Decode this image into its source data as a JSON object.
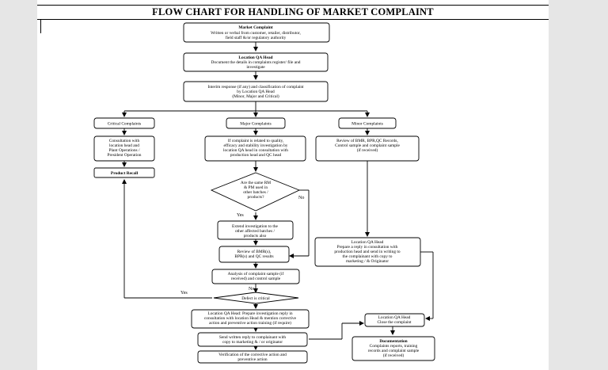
{
  "document": {
    "title": "FLOW CHART FOR HANDLING OF MARKET COMPLAINT"
  },
  "boxes": {
    "market_complaint": {
      "heading": "Market Complaint",
      "lines": [
        "Written or verbal from customer, retailer, distributor,",
        "field staff &/or regulatory authority"
      ]
    },
    "location_qa_head": {
      "heading": "Location QA Head",
      "lines": [
        "Document the details in complaints register/ file and",
        "investigate"
      ]
    },
    "interim_response": {
      "lines": [
        "Interim response (if any) and classification of complaint",
        "by Location QA Head",
        "(Minor, Major and Critical)"
      ]
    },
    "critical": {
      "lines": [
        "Critical Complaints"
      ]
    },
    "major": {
      "lines": [
        "Major Complaints"
      ]
    },
    "minor": {
      "lines": [
        "Minor Complaints"
      ]
    },
    "consultation": {
      "lines": [
        "Consultation with",
        "location head and",
        "Plant Operations /",
        "President Operation"
      ]
    },
    "major_detail": {
      "lines": [
        "If complaint is related to quality,",
        "efficacy and stability investigation by",
        "location QA head in consultation with",
        "production head and QC head"
      ]
    },
    "minor_detail": {
      "lines": [
        "Review of BMR, BPR,QC Records,",
        "Control sample and complaint sample",
        "(if received)"
      ]
    },
    "product_recall": {
      "heading": "Product Recall"
    },
    "same_rm": {
      "lines": [
        "Are the same RM",
        "& PM used in",
        "other batches /",
        "products?"
      ]
    },
    "extend": {
      "lines": [
        "Extend investigation to the",
        "other affected batches /",
        "products also"
      ]
    },
    "qa_reply": {
      "lines": [
        "Location QA Head",
        "Prepare a reply in consultation with",
        "production head and send in writing to",
        "the complainant with copy to",
        "marketing / & Originator"
      ]
    },
    "review_bmr": {
      "lines": [
        "Review of BMR(s),",
        "BPR(s) and QC results"
      ]
    },
    "analysis": {
      "lines": [
        "Analysis of complaint sample (if",
        "received) and control sample"
      ]
    },
    "defect": {
      "lines": [
        "Defect is critical"
      ]
    },
    "qa_prepare": {
      "lines": [
        "Location QA Head: Prepare investigation reply in",
        "consultation with location Head & mention corrective",
        "action and preventive action training (if require)"
      ]
    },
    "qa_close": {
      "lines": [
        "Location QA Head",
        "Close the complaint"
      ]
    },
    "send_reply": {
      "lines": [
        "Send written reply to complainant with",
        "copy to marketing & / or originator"
      ]
    },
    "documentation": {
      "heading": "Documentation",
      "lines": [
        "Complaints reports, training",
        "records and complaint sample",
        "(if received)"
      ]
    },
    "verification": {
      "lines": [
        "Verification of the corrective action and",
        "preventive action"
      ]
    }
  },
  "labels": {
    "yes": "Yes",
    "no": "No",
    "yes_left": "Yes",
    "no_lower": "No"
  }
}
